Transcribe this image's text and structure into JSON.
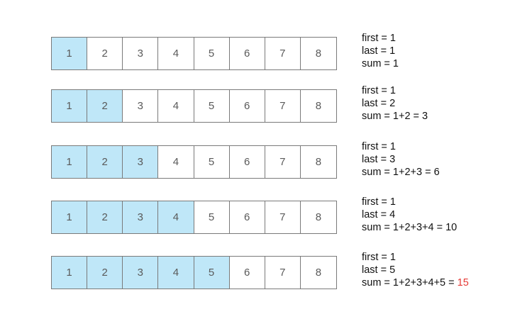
{
  "colors": {
    "highlight_cell": "#bfe7f8",
    "cell_border": "#7a7a7a",
    "result_text": "#e53935"
  },
  "steps": [
    {
      "cells": [
        "1",
        "2",
        "3",
        "4",
        "5",
        "6",
        "7",
        "8"
      ],
      "highlighted_count": 1,
      "first": "first = 1",
      "last": "last = 1",
      "sum": "sum = 1",
      "sum_result": ""
    },
    {
      "cells": [
        "1",
        "2",
        "3",
        "4",
        "5",
        "6",
        "7",
        "8"
      ],
      "highlighted_count": 2,
      "first": "first = 1",
      "last": "last = 2",
      "sum": "sum = 1+2 = 3",
      "sum_result": ""
    },
    {
      "cells": [
        "1",
        "2",
        "3",
        "4",
        "5",
        "6",
        "7",
        "8"
      ],
      "highlighted_count": 3,
      "first": "first = 1",
      "last": "last = 3",
      "sum": "sum = 1+2+3 = 6",
      "sum_result": ""
    },
    {
      "cells": [
        "1",
        "2",
        "3",
        "4",
        "5",
        "6",
        "7",
        "8"
      ],
      "highlighted_count": 4,
      "first": "first = 1",
      "last": "last = 4",
      "sum": "sum = 1+2+3+4 = 10",
      "sum_result": ""
    },
    {
      "cells": [
        "1",
        "2",
        "3",
        "4",
        "5",
        "6",
        "7",
        "8"
      ],
      "highlighted_count": 5,
      "first": "first = 1",
      "last": "last = 5",
      "sum": "sum = 1+2+3+4+5 = ",
      "sum_result": "15"
    }
  ]
}
